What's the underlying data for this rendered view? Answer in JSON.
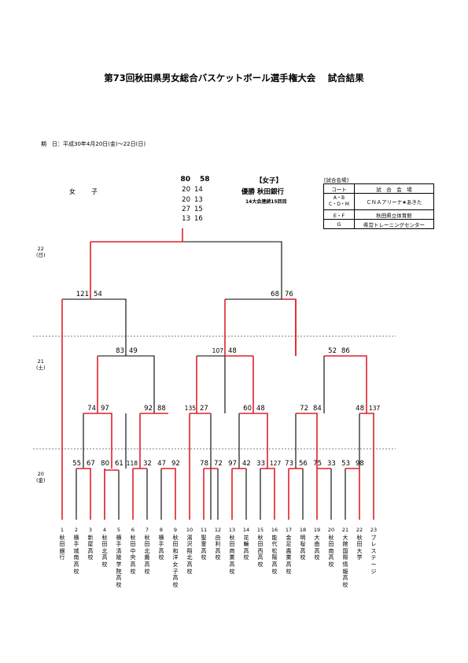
{
  "title": "第73回秋田県男女総合バスケットボール選手権大会　 試合結果",
  "period": "期　日：平成30年4月20日(金)～22日(日)",
  "division": "女　子",
  "final": {
    "left_total": "80",
    "right_total": "58",
    "quarters": [
      [
        "20",
        "14"
      ],
      [
        "20",
        "13"
      ],
      [
        "27",
        "15"
      ],
      [
        "13",
        "16"
      ]
    ]
  },
  "champion": {
    "heading": "【女子】",
    "name": "優勝  秋田銀行",
    "streak": "14大会連続15回目"
  },
  "venue": {
    "caption": "[試合会場]",
    "header": [
      "コート",
      "試　合　会　場"
    ],
    "rows": [
      [
        "A・B\nC・D・M",
        "ＣＮＡアリーナ★あきた"
      ],
      [
        "E・F",
        "秋田県立体育館"
      ],
      [
        "G",
        "県営トレーニングセンター"
      ]
    ]
  },
  "days": [
    {
      "num": "22",
      "dow": "(日)"
    },
    {
      "num": "21",
      "dow": "(土)"
    },
    {
      "num": "20",
      "dow": "(金)"
    }
  ],
  "scores": {
    "r1": [
      [
        "55",
        "67"
      ],
      [
        "80",
        "61"
      ],
      [
        "118",
        "32"
      ],
      [
        "47",
        "92"
      ],
      [
        "78",
        "72"
      ],
      [
        "97",
        "42"
      ],
      [
        "33",
        "127"
      ],
      [
        "73",
        "56"
      ],
      [
        "75",
        "33"
      ],
      [
        "53",
        "98"
      ]
    ],
    "r2": [
      [
        "74",
        "97"
      ],
      [
        "92",
        "88"
      ],
      [
        "135",
        "27"
      ],
      [
        "60",
        "48"
      ],
      [
        "72",
        "84"
      ],
      [
        "48",
        "137"
      ]
    ],
    "qf": [
      [
        "83",
        "49"
      ],
      [
        "107",
        "48"
      ],
      [
        "52",
        "86"
      ]
    ],
    "sf": [
      [
        "121",
        "54"
      ],
      [
        "68",
        "76"
      ]
    ]
  },
  "teams": [
    {
      "num": "1",
      "name": "秋田銀行"
    },
    {
      "num": "2",
      "name": "横手城南高校"
    },
    {
      "num": "3",
      "name": "新屋高校"
    },
    {
      "num": "4",
      "name": "秋田北高校"
    },
    {
      "num": "5",
      "name": "横手清陵学院高校"
    },
    {
      "num": "6",
      "name": "秋田中央高校"
    },
    {
      "num": "7",
      "name": "秋田北鷹高校"
    },
    {
      "num": "8",
      "name": "横手高校"
    },
    {
      "num": "9",
      "name": "秋田和洋女子高校"
    },
    {
      "num": "10",
      "name": "湯沢翔北高校"
    },
    {
      "num": "11",
      "name": "聖霊高校"
    },
    {
      "num": "12",
      "name": "由利高校"
    },
    {
      "num": "13",
      "name": "秋田商業高校"
    },
    {
      "num": "14",
      "name": "花輪高校"
    },
    {
      "num": "15",
      "name": "秋田西高校"
    },
    {
      "num": "16",
      "name": "能代松陽高校"
    },
    {
      "num": "17",
      "name": "金足農業高校"
    },
    {
      "num": "18",
      "name": "明桜高校"
    },
    {
      "num": "19",
      "name": "大曲高校"
    },
    {
      "num": "20",
      "name": "秋田南高校"
    },
    {
      "num": "21",
      "name": "大館国際情報高校"
    },
    {
      "num": "22",
      "name": "秋田大学"
    },
    {
      "num": "23",
      "name": "ブレステージ"
    }
  ],
  "colors": {
    "winner_line": "#e0202a",
    "loser_line": "#000000"
  }
}
